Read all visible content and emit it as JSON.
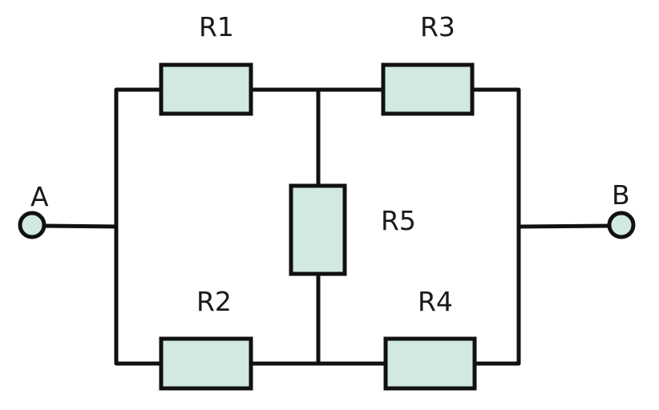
{
  "diagram": {
    "type": "circuit",
    "colors": {
      "wire": "#111111",
      "component_fill": "#d1e8e3",
      "label": "#1a1a1a",
      "background": "#ffffff"
    },
    "terminals": [
      {
        "id": "A",
        "label": "A"
      },
      {
        "id": "B",
        "label": "B"
      }
    ],
    "resistors": [
      {
        "id": "R1",
        "label": "R1",
        "orientation": "horizontal",
        "branch": "top-left"
      },
      {
        "id": "R2",
        "label": "R2",
        "orientation": "horizontal",
        "branch": "bottom-left"
      },
      {
        "id": "R3",
        "label": "R3",
        "orientation": "horizontal",
        "branch": "top-right"
      },
      {
        "id": "R4",
        "label": "R4",
        "orientation": "horizontal",
        "branch": "bottom-right"
      },
      {
        "id": "R5",
        "label": "R5",
        "orientation": "vertical",
        "branch": "bridge"
      }
    ],
    "connections": [
      [
        "A",
        "R1"
      ],
      [
        "A",
        "R2"
      ],
      [
        "R1",
        "R3"
      ],
      [
        "R1",
        "R5"
      ],
      [
        "R2",
        "R4"
      ],
      [
        "R2",
        "R5"
      ],
      [
        "R3",
        "B"
      ],
      [
        "R4",
        "B"
      ]
    ]
  }
}
